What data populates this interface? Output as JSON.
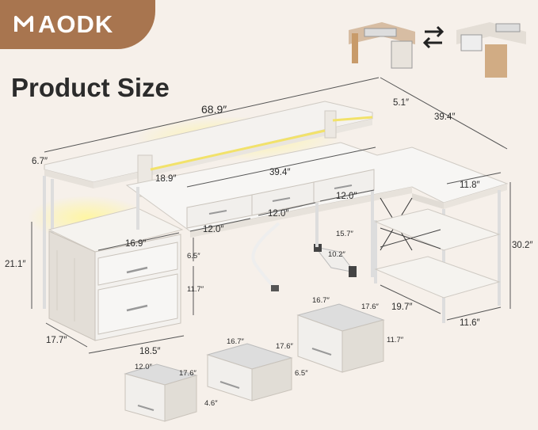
{
  "brand": {
    "name": "AODK"
  },
  "title": "Product Size",
  "dims": {
    "width_total": "68.9″",
    "depth_left": "6.7″",
    "shelf_height": "5.1″",
    "return_length": "39.4″",
    "inner_width": "18.9″",
    "drawer_span": "39.4″",
    "drawer_a": "12.0″",
    "drawer_b": "12.0″",
    "drawer_c": "12.0″",
    "file_cab_width": "16.9″",
    "file_drawer_h": "6.5″",
    "file_cab_h2": "11.7″",
    "desk_height": "21.1″",
    "cab_depth": "17.7″",
    "cab_width": "18.5″",
    "cpu_stand": "15.7″",
    "cpu_stand_small": "10.2″",
    "side_top": "11.8″",
    "side_height": "30.2″",
    "side_depth": "19.7″",
    "side_width": "11.6″",
    "bin_small_w": "12.0″",
    "bin_small_d": "17.6″",
    "bin_small_h": "4.6″",
    "bin_mid_w": "16.7″",
    "bin_mid_d": "17.6″",
    "bin_mid_h": "6.5″",
    "bin_large_w": "16.7″",
    "bin_large_d": "17.6″",
    "bin_large_h": "11.7″"
  },
  "icons": {
    "swap": "swap-arrows-icon"
  },
  "colors": {
    "brand": "#a8754f",
    "background": "#f6f0ea",
    "led": "#f2e26a"
  }
}
